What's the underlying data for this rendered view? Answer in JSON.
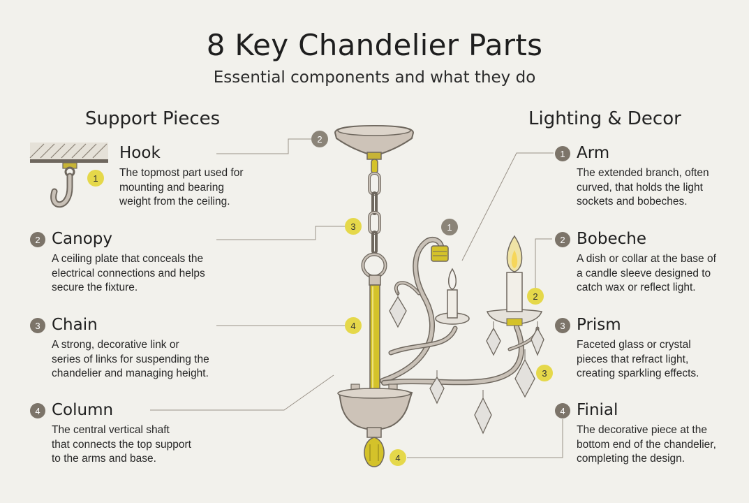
{
  "title": "8 Key Chandelier Parts",
  "subtitle": "Essential components and what they do",
  "left": {
    "heading": "Support Pieces",
    "items": [
      {
        "num": "1",
        "title": "Hook",
        "desc": [
          "The topmost part used for",
          "mounting and bearing",
          "weight from the ceiling."
        ]
      },
      {
        "num": "2",
        "title": "Canopy",
        "desc": [
          "A ceiling plate that conceals the",
          "electrical connections and helps",
          "secure the fixture."
        ]
      },
      {
        "num": "3",
        "title": "Chain",
        "desc": [
          "A strong, decorative link or",
          "series of links for suspending the",
          "chandelier and managing height."
        ]
      },
      {
        "num": "4",
        "title": "Column",
        "desc": [
          "The central vertical shaft",
          "that connects the top support",
          "to the arms and base."
        ]
      }
    ]
  },
  "right": {
    "heading": "Lighting & Decor",
    "items": [
      {
        "num": "1",
        "title": "Arm",
        "desc": [
          "The extended branch, often",
          "curved, that holds the light",
          "sockets and bobeches."
        ]
      },
      {
        "num": "2",
        "title": "Bobeche",
        "desc": [
          "A dish or collar at the base of",
          "a candle sleeve designed to",
          "catch wax or reflect light."
        ]
      },
      {
        "num": "3",
        "title": "Prism",
        "desc": [
          "Faceted glass or crystal",
          "pieces that refract light,",
          "creating sparkling effects."
        ]
      },
      {
        "num": "4",
        "title": "Finial",
        "desc": [
          "The decorative piece at the",
          "bottom end of the chandelier,",
          "completing the design."
        ]
      }
    ]
  },
  "callouts": {
    "hook": "1",
    "canopy": "2",
    "chain": "3",
    "column": "4",
    "arm": "1",
    "bobeche": "2",
    "prism": "3",
    "finial": "4"
  },
  "colors": {
    "background": "#f2f1ec",
    "badge_gray": "#7c7469",
    "badge_yellow": "#e5d84a",
    "metal": "#c9bfb4",
    "brass": "#d4c22a"
  }
}
